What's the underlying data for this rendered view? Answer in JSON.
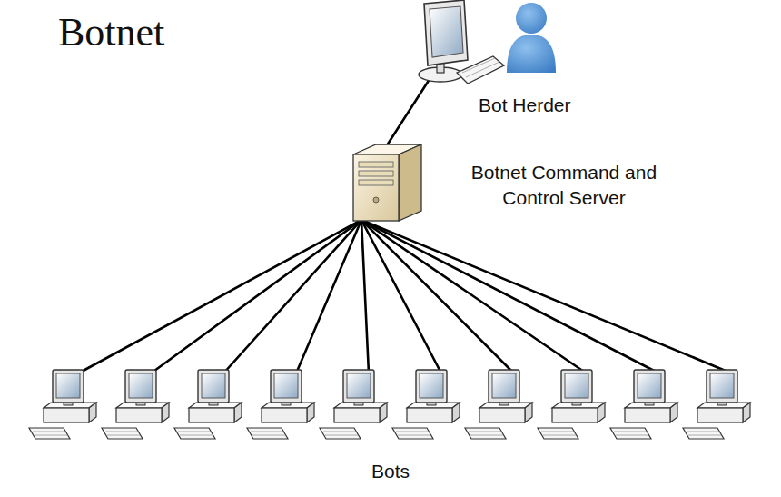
{
  "diagram": {
    "title": "Botnet",
    "nodes": [
      {
        "text": [
          "Bot Herder"
        ]
      },
      {
        "text": [
          "Botnet Command and Control Server"
        ]
      },
      {
        "text": [
          "Bots"
        ]
      }
    ],
    "edges": [
      {
        "from": 0,
        "to": 1,
        "arrow": "none"
      },
      {
        "from": 1,
        "to": 2,
        "arrow": "none"
      }
    ]
  }
}
